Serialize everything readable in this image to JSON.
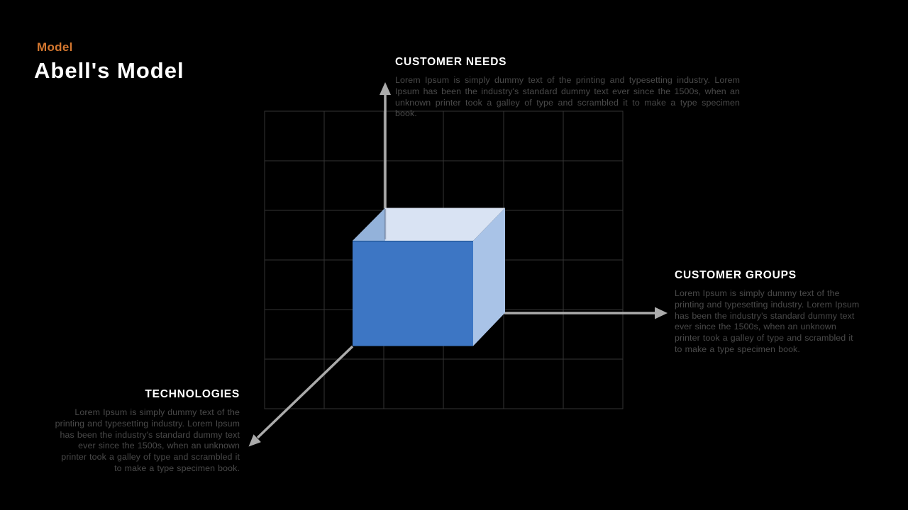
{
  "header": {
    "eyebrow": "Model",
    "title": "Abell's Model"
  },
  "sections": {
    "needs": {
      "label": "CUSTOMER NEEDS",
      "body": "Lorem Ipsum is simply dummy text of the printing and typesetting industry. Lorem Ipsum has been the industry's standard dummy text ever since the 1500s, when an unknown printer took a galley of type and scrambled it to make a type specimen book."
    },
    "groups": {
      "label": "CUSTOMER GROUPS",
      "body": "Lorem Ipsum is simply dummy text of the printing and typesetting industry. Lorem Ipsum has been the industry's standard dummy text ever since the 1500s, when an unknown printer took a galley of type and scrambled it to make a type specimen book."
    },
    "technologies": {
      "label": "TECHNOLOGIES",
      "body": "Lorem Ipsum is simply dummy text of the printing and typesetting industry. Lorem Ipsum has been the industry's standard dummy text ever since the 1500s, when an unknown printer took a galley of type and scrambled it to make a type specimen book."
    }
  },
  "cube": {
    "front_color": "#3D76C4",
    "top_color": "#D9E3F3",
    "side_color": "#A9C3E7",
    "corner_shade_color": "#93B2DA",
    "edge_color": "#255A9B"
  },
  "axes": {
    "color": "#ABABAB"
  },
  "grid": {
    "rows": 6,
    "cols": 6,
    "line_color": "#343434"
  },
  "colors": {
    "background": "#000000",
    "accent_orange": "#D4772F",
    "heading": "#FFFFFF",
    "body_text": "#4A4A4A"
  }
}
